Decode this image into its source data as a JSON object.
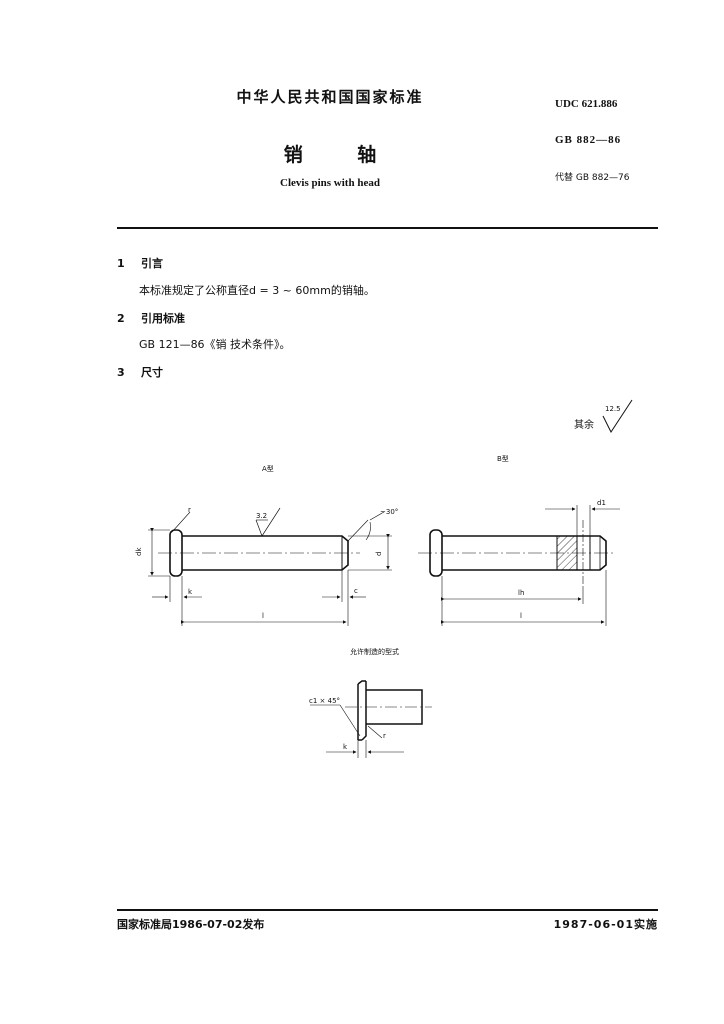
{
  "header": {
    "organization": "中华人民共和国国家标准",
    "title_cn": "销 轴",
    "title_en": "Clevis pins with head",
    "udc": "UDC 621.886",
    "standard_no": "GB 882—86",
    "replaces": "代替 GB 882—76"
  },
  "sections": [
    {
      "num": "1",
      "title": "引言",
      "body": "本标准规定了公称直径d = 3 ~ 60mm的销轴。"
    },
    {
      "num": "2",
      "title": "引用标准",
      "body": "GB 121—86《销  技术条件》。"
    },
    {
      "num": "3",
      "title": "尺寸",
      "body": ""
    }
  ],
  "roughness": {
    "label": "其余",
    "value": "12.5"
  },
  "figures": {
    "type_a": {
      "caption": "A型",
      "labels": {
        "r": "r",
        "roughness": "3.2",
        "angle": "~30°",
        "dk": "dk",
        "d": "d",
        "k": "k",
        "c": "c",
        "l": "l"
      }
    },
    "type_b": {
      "caption": "B型",
      "labels": {
        "d1": "d1",
        "lh": "lh",
        "l": "l"
      }
    },
    "alt_form": {
      "caption": "允许制造的型式",
      "labels": {
        "chamfer": "c1 × 45°",
        "k": "k",
        "r": "r"
      }
    }
  },
  "footer": {
    "issued": "国家标准局1986-07-02发布",
    "effective": "1987-06-01实施"
  }
}
